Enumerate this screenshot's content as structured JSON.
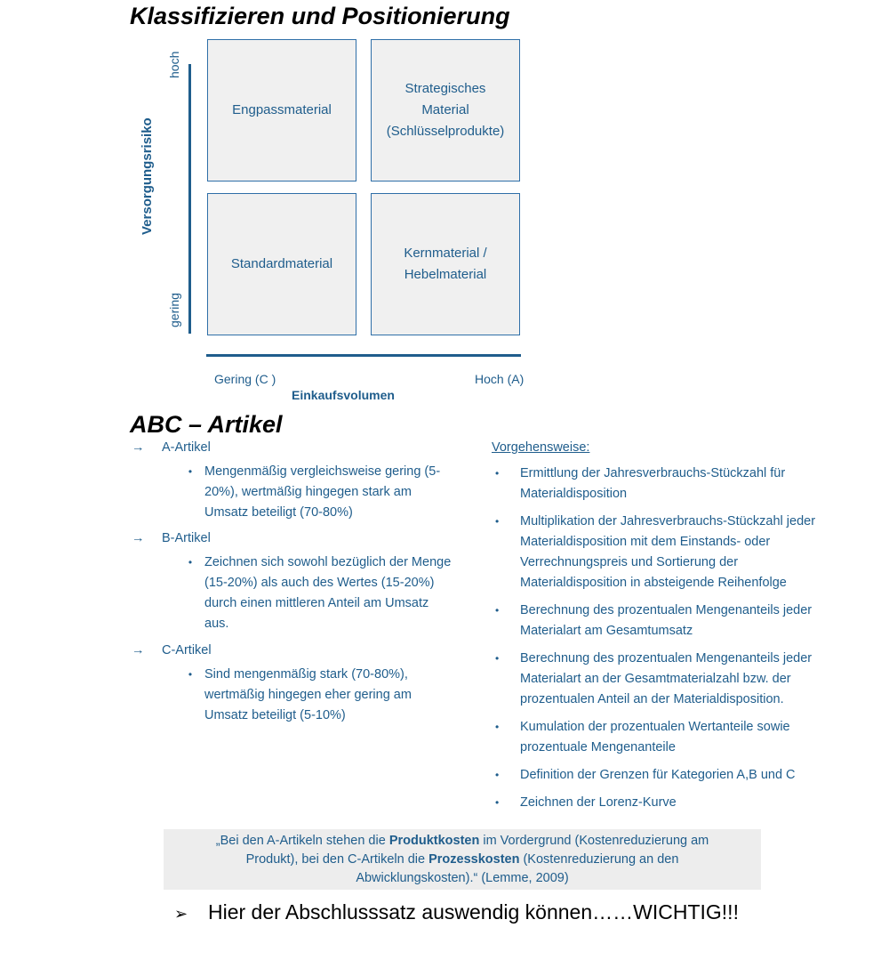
{
  "headings": {
    "positioning": "Klassifizieren und Positionierung",
    "abc": "ABC – Artikel"
  },
  "matrix": {
    "y_axis_label": "Versorgungsrisiko",
    "y_high": "hoch",
    "y_low": "gering",
    "x_axis_label": "Einkaufsvolumen",
    "x_low": "Gering (C )",
    "x_high": "Hoch (A)",
    "cells": {
      "top_left": "Engpassmaterial",
      "top_right": "Strategisches\nMaterial\n(Schlüsselprodukte)",
      "bottom_left": "Standardmaterial",
      "bottom_right": "Kernmaterial /\nHebelmaterial"
    }
  },
  "abc": {
    "arrow_glyph": "→",
    "bullet_glyph": "•",
    "a_title": "A-Artikel",
    "a_text": "Mengenmäßig vergleichsweise gering (5-\n20%), wertmäßig hingegen stark am\nUmsatz beteiligt (70-80%)",
    "b_title": "B-Artikel",
    "b_text": "Zeichnen sich sowohl bezüglich der Menge\n(15-20%) als auch des Wertes  (15-20%)\ndurch einen mittleren Anteil am Umsatz\naus.",
    "c_title": "C-Artikel",
    "c_text": "Sind mengenmäßig stark (70-80%),\nwertmäßig hingegen eher gering am\nUmsatz beteiligt (5-10%)"
  },
  "procedure": {
    "title": "Vorgehensweise:",
    "steps": [
      "Ermittlung der Jahresverbrauchs-Stückzahl für\nMaterialdisposition",
      "Multiplikation der Jahresverbrauchs-Stückzahl jeder\nMaterialdisposition mit dem Einstands- oder\nVerrechnungspreis und Sortierung der\nMaterialdisposition in absteigende Reihenfolge",
      "Berechnung des prozentualen Mengenanteils jeder\nMaterialart am Gesamtumsatz",
      "Berechnung des prozentualen Mengenanteils jeder\nMaterialart an der Gesamtmaterialzahl bzw. der\nprozentualen Anteil an der Materialdisposition.",
      "Kumulation der prozentualen Wertanteile sowie\nprozentuale Mengenanteile",
      "Definition der Grenzen für Kategorien A,B und C",
      "Zeichnen der Lorenz-Kurve"
    ]
  },
  "quote": {
    "part1": "„Bei den A-Artikeln stehen die ",
    "bold1": "Produktkosten",
    "part2": " im Vordergrund (Kostenreduzierung am",
    "part3": "Produkt), bei den C-Artikeln die ",
    "bold2": "Prozesskosten",
    "part4": " (Kostenreduzierung an den",
    "part5": "Abwicklungskosten).“ (Lemme, 2009)"
  },
  "final_note": {
    "glyph": "➢",
    "text": "Hier der Abschlusssatz auswendig können……WICHTIG!!!"
  }
}
